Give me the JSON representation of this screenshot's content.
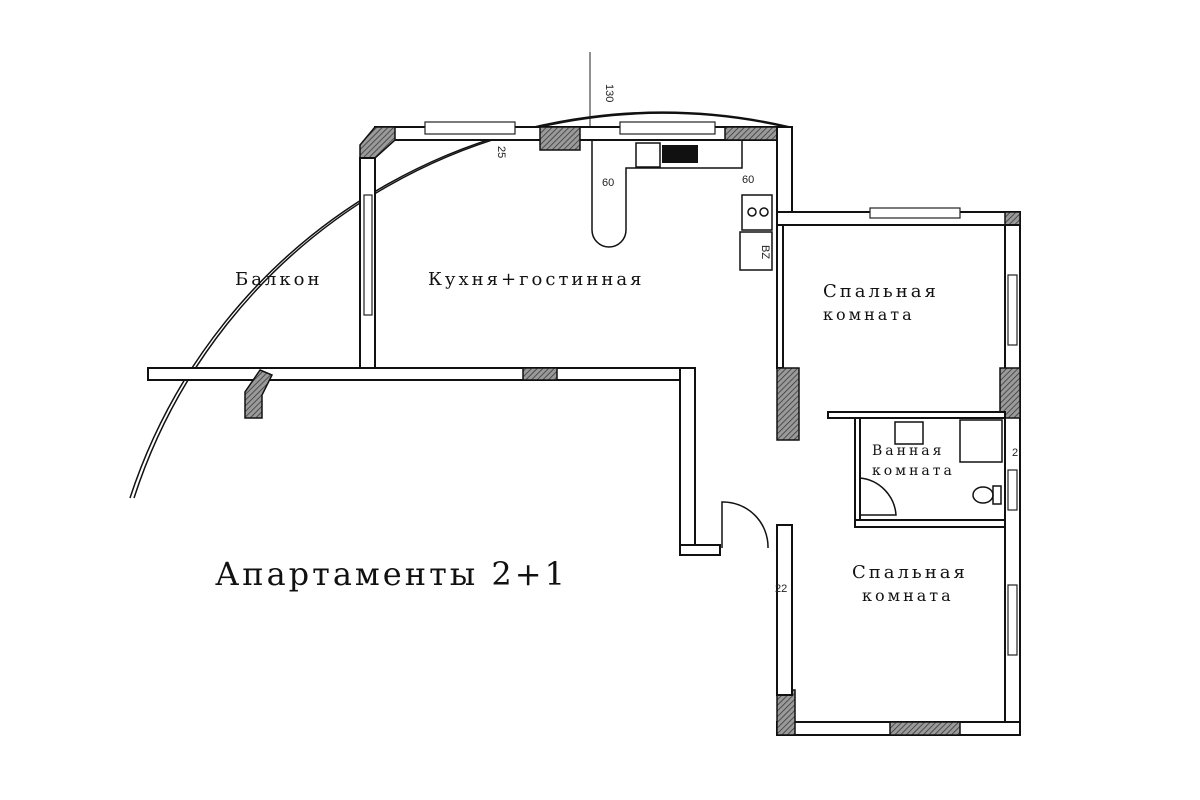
{
  "title": "Апартаменты 2+1",
  "rooms": {
    "balcony": "Балкон",
    "kitchen": "Кухня+гостинная",
    "bedroom1": [
      "Спальная",
      "комната"
    ],
    "bathroom": [
      "Ванная",
      "комната"
    ],
    "bedroom2": [
      "Спальная",
      "комната"
    ]
  },
  "dimensions": {
    "arc_depth": "130",
    "window_depth": "25",
    "island_width": "60",
    "counter_width": "60",
    "boiler": "BZ",
    "bath_wall": "2",
    "bedroom_wall": "22"
  },
  "colors": {
    "wall": "#111111",
    "hatch": "#555555",
    "background": "#ffffff"
  }
}
